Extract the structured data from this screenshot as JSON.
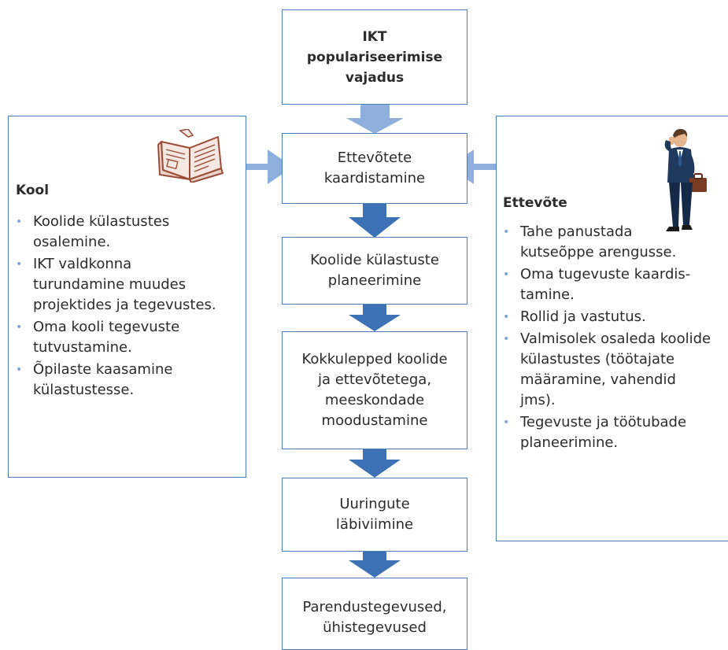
{
  "colors": {
    "border": "#4a7ebb",
    "arrow_light": "#8fb0dc",
    "arrow_dark": "#3c72b5",
    "bullet": "#7fa6d6"
  },
  "top": {
    "label": "IKT\npopulariseerimise\nvajadus"
  },
  "flow": [
    {
      "label": "Ettevõtete\nkaardistamine"
    },
    {
      "label": "Koolide külastuste\nplaneerimine"
    },
    {
      "label": "Kokkulepped koolide\nja ettevõtetega,\nmeeskondade\nmoodustamine"
    },
    {
      "label": "Uuringute\nläbiviimine"
    },
    {
      "label": "Parendustegevused,\nühistegevused"
    }
  ],
  "left": {
    "title": "Kool",
    "icon": "book-icon",
    "bullets": [
      "Koolide külastustes\nosalemine.",
      "IKT valdkonna\nturundamine muudes\nprojektides ja tegevustes.",
      "Oma kooli tegevuste\ntutvustamine.",
      "Õpilaste kaasamine\nkülastustesse."
    ]
  },
  "right": {
    "title": "Ettevõte",
    "icon": "businessman-icon",
    "bullets": [
      "Tahe panustada\nkutseõppe arengusse.",
      "Oma tugevuste kaardis-\ntamine.",
      "Rollid ja vastutus.",
      "Valmisolek osaleda koolide\nkülastustes (töötajate\nmääramine, vahendid\njms).",
      "Tegevuste ja töötubade\nplaneerimine."
    ]
  }
}
